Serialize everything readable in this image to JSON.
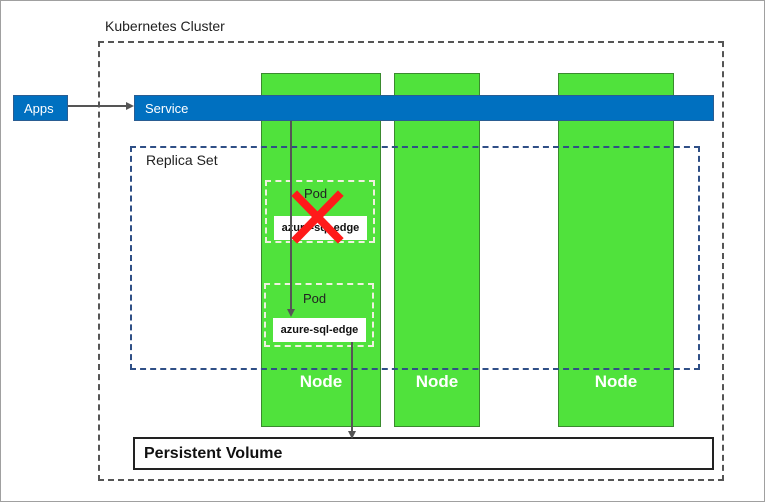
{
  "cluster": {
    "label": "Kubernetes Cluster"
  },
  "apps": {
    "label": "Apps"
  },
  "service": {
    "label": "Service"
  },
  "replica_set": {
    "label": "Replica Set"
  },
  "nodes": [
    {
      "label": "Node"
    },
    {
      "label": "Node"
    },
    {
      "label": "Node"
    }
  ],
  "pods": [
    {
      "label": "Pod",
      "container": "azure-sql-edge",
      "status": "failed"
    },
    {
      "label": "Pod",
      "container": "azure-sql-edge",
      "status": "running"
    }
  ],
  "persistent_volume": {
    "label": "Persistent Volume"
  },
  "colors": {
    "service_blue": "#0070c0",
    "node_green": "#50e23c",
    "failure_red": "#ff1a1a"
  }
}
